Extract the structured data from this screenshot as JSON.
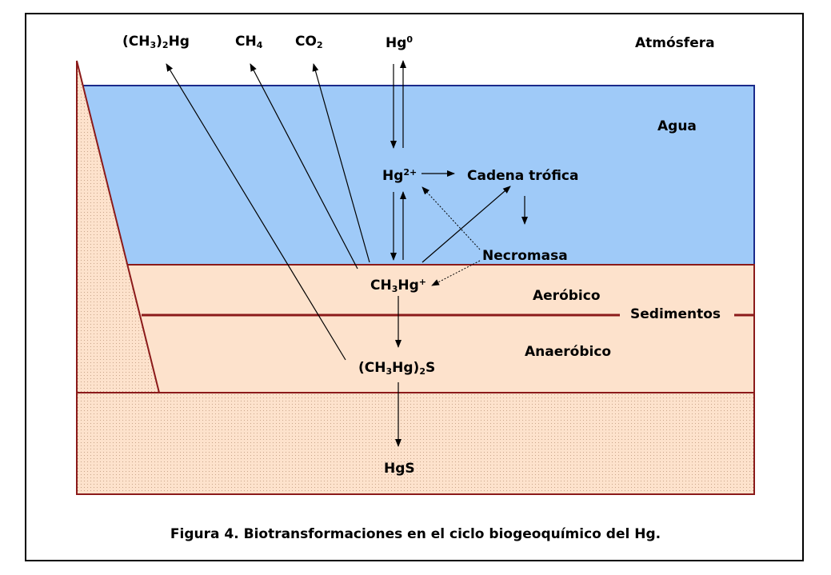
{
  "labels": {
    "dimethyl": {
      "main": "(CH",
      "sub": "3",
      "rest": ")",
      "sub2": "2",
      "tail": "Hg"
    },
    "ch4": {
      "main": "CH",
      "sub": "4"
    },
    "co2": {
      "main": "CO",
      "sub": "2"
    },
    "hg0": {
      "main": "Hg",
      "sup": "0"
    },
    "atmosfera": "Atmósfera",
    "agua": "Agua",
    "hg2": {
      "main": "Hg",
      "sup": "2+"
    },
    "cadena": "Cadena trófica",
    "necromasa": "Necromasa",
    "ch3hg": {
      "main": "CH",
      "sub": "3",
      "tail": "Hg",
      "sup": "+"
    },
    "aerobico": "Aeróbico",
    "sedimentos": "Sedimentos",
    "anaerobico": "Anaeróbico",
    "ch3hg2s": {
      "main": "(CH",
      "sub": "3",
      "mid": "Hg)",
      "sub2": "2",
      "tail": "S"
    },
    "hgs": "HgS"
  },
  "caption": "Figura 4. Biotransformaciones en el ciclo biogeoquímico del Hg.",
  "colors": {
    "water": "#9fcaf8",
    "sediment": "#fde2cc",
    "border": "#8b1a1a",
    "water_border": "#1a2a8b"
  }
}
